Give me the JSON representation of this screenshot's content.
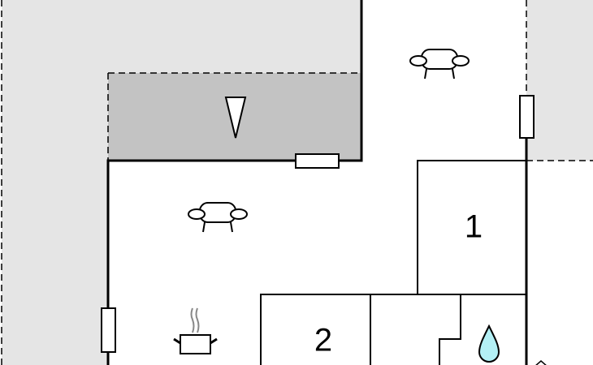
{
  "rooms": [
    {
      "id": "bedroom-1",
      "label": "1"
    },
    {
      "id": "bedroom-2",
      "label": "2"
    }
  ],
  "icons": [
    "sofa-icon",
    "sofa-icon",
    "cooking-pot-icon",
    "water-drop-icon",
    "compass-north-icon"
  ],
  "colors": {
    "outdoor": "#e5e5e5",
    "terrace": "#c3c3c3",
    "water": "#b3f0f5",
    "wall": "#000000"
  }
}
